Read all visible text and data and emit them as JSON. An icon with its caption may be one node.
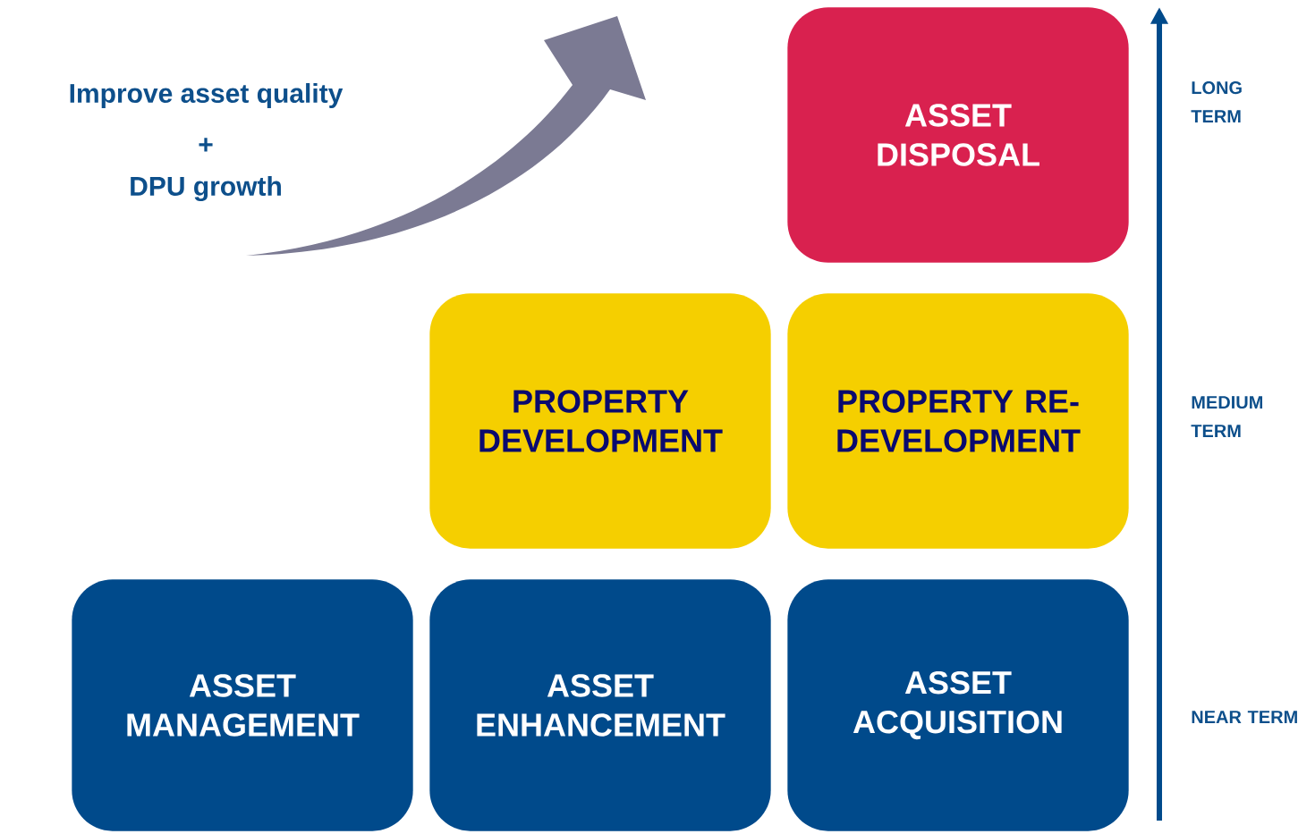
{
  "diagram": {
    "nodes": [
      {
        "text": [
          "ASSET DISPOSAL"
        ]
      },
      {
        "text": [
          "PROPERTY DEVELOPMENT"
        ]
      },
      {
        "text": [
          "PROPERTY RE-DEVELOPMENT"
        ]
      },
      {
        "text": [
          "ASSET MANAGEMENT"
        ]
      },
      {
        "text": [
          "ASSET ENHANCEMENT"
        ]
      },
      {
        "text": [
          "ASSET ACQUISITION"
        ]
      }
    ],
    "labels": [
      "Improve asset quality",
      "+",
      "DPU growth",
      "LONG TERM",
      "MEDIUM TERM",
      "NEAR TERM"
    ]
  }
}
